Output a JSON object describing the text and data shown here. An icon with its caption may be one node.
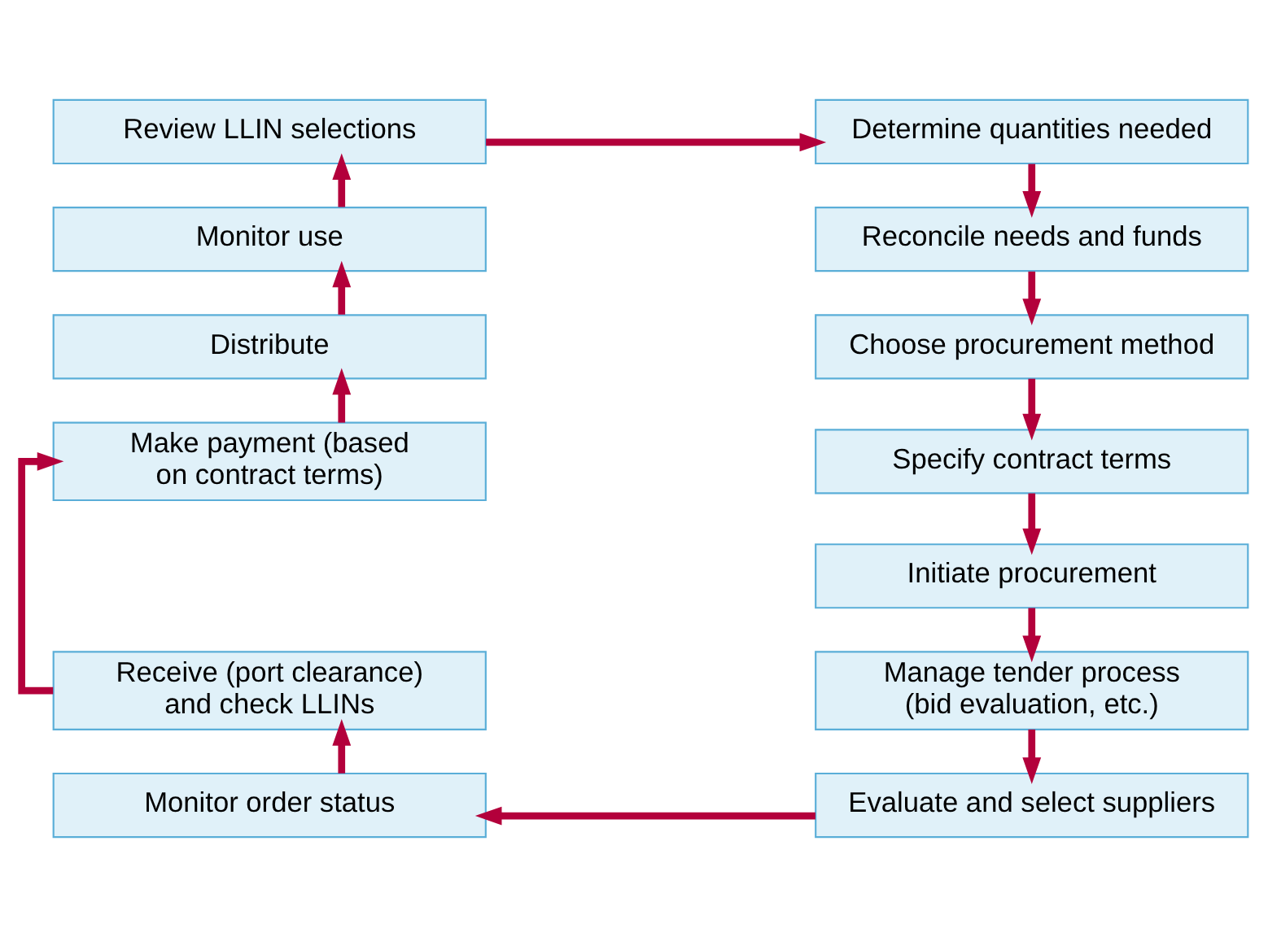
{
  "diagram": {
    "nodes": [
      {
        "text": [
          "Review LLIN selections"
        ]
      },
      {
        "text": [
          "Determine quantities needed"
        ]
      },
      {
        "text": [
          "Monitor use"
        ]
      },
      {
        "text": [
          "Reconcile needs and funds"
        ]
      },
      {
        "text": [
          "Distribute"
        ]
      },
      {
        "text": [
          "Choose procurement method"
        ]
      },
      {
        "text": [
          "Make payment (based on contract terms)"
        ]
      },
      {
        "text": [
          "Specify contract terms"
        ]
      },
      {
        "text": [
          "Initiate procurement"
        ]
      },
      {
        "text": [
          "Receive (port clearance) and check LLINs"
        ]
      },
      {
        "text": [
          "Manage tender process (bid evaluation, etc.)"
        ]
      },
      {
        "text": [
          "Monitor order status"
        ]
      },
      {
        "text": [
          "Evaluate and select suppliers"
        ]
      }
    ],
    "edges": [
      {
        "from": 0,
        "to": 1,
        "arrow": "to"
      },
      {
        "from": 1,
        "to": 3,
        "arrow": "to"
      },
      {
        "from": 3,
        "to": 5,
        "arrow": "to"
      },
      {
        "from": 5,
        "to": 7,
        "arrow": "to"
      },
      {
        "from": 7,
        "to": 8,
        "arrow": "to"
      },
      {
        "from": 8,
        "to": 10,
        "arrow": "to"
      },
      {
        "from": 10,
        "to": 12,
        "arrow": "to"
      },
      {
        "from": 12,
        "to": 11,
        "arrow": "to"
      },
      {
        "from": 11,
        "to": 9,
        "arrow": "to"
      },
      {
        "from": 9,
        "to": 6,
        "arrow": "to"
      },
      {
        "from": 6,
        "to": 4,
        "arrow": "to"
      },
      {
        "from": 4,
        "to": 2,
        "arrow": "to"
      },
      {
        "from": 2,
        "to": 0,
        "arrow": "to"
      }
    ]
  }
}
